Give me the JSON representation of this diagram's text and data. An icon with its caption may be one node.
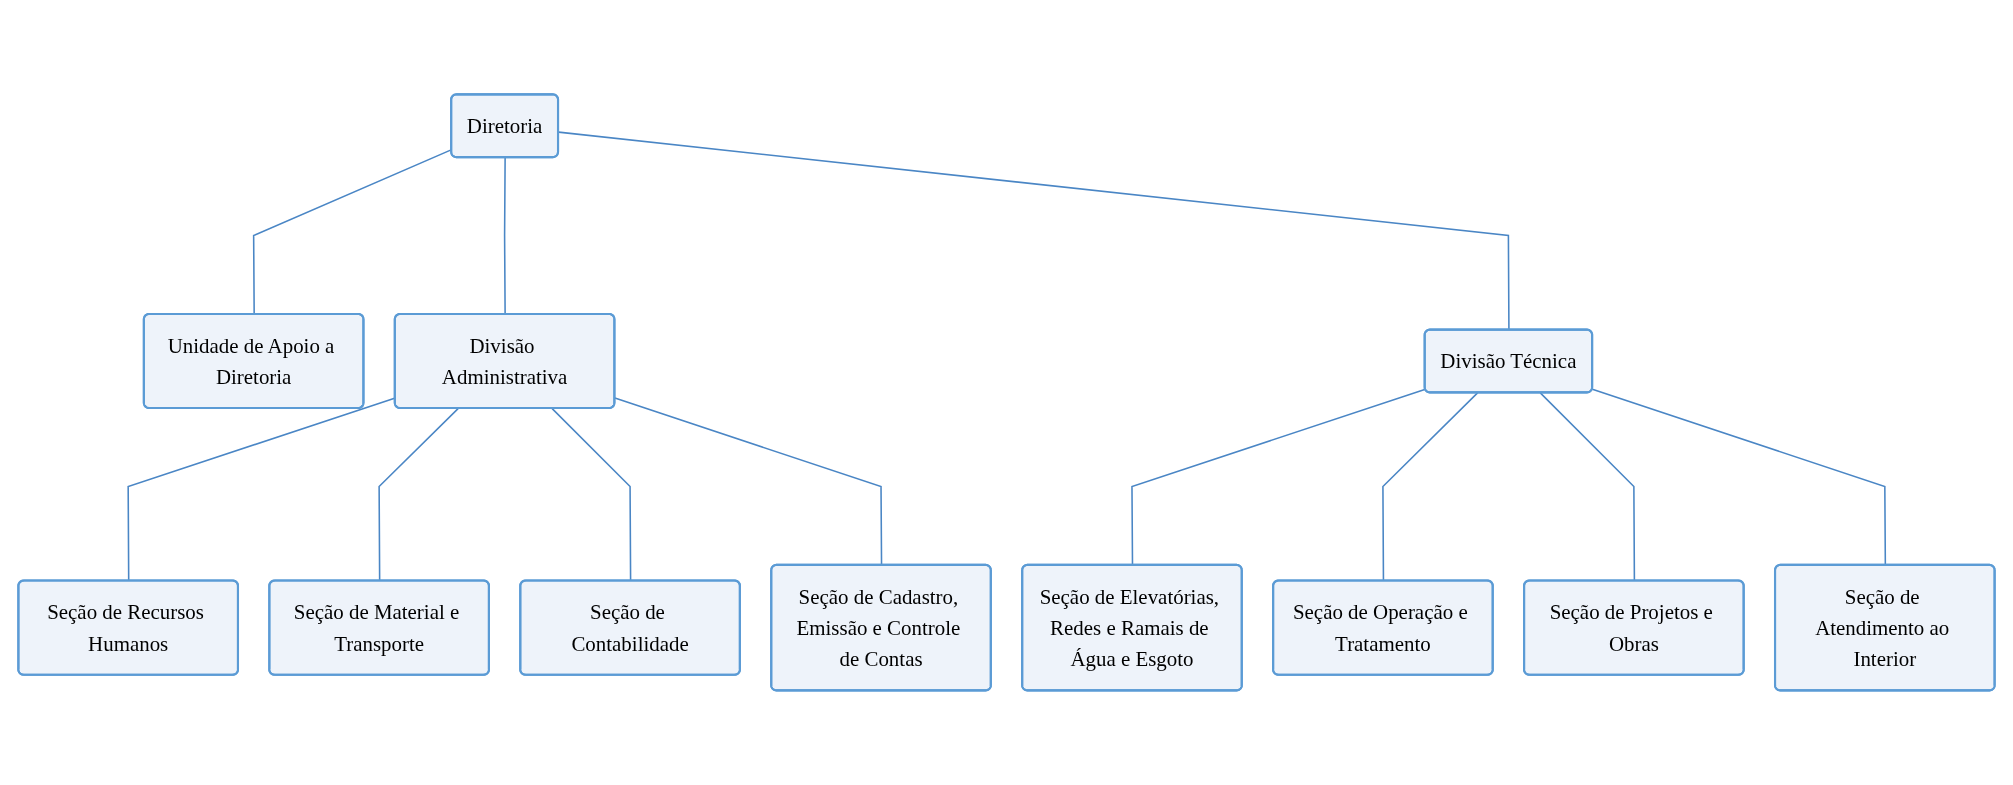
{
  "diagram": {
    "nodes": [
      {
        "text": [
          "Diretoria"
        ]
      },
      {
        "text": [
          "Unidade de Apoio a Diretoria"
        ]
      },
      {
        "text": [
          "Divisão Administrativa"
        ]
      },
      {
        "text": [
          "Divisão Técnica"
        ]
      },
      {
        "text": [
          "Seção de Recursos Humanos"
        ]
      },
      {
        "text": [
          "Seção de Material e Transporte"
        ]
      },
      {
        "text": [
          "Seção de Contabilidade"
        ]
      },
      {
        "text": [
          "Seção de Cadastro, Emissão e Controle de Contas"
        ]
      },
      {
        "text": [
          "Seção de Elevatórias, Redes e Ramais de Água e Esgoto"
        ]
      },
      {
        "text": [
          "Seção de Operação e Tratamento"
        ]
      },
      {
        "text": [
          "Seção de Projetos e Obras"
        ]
      },
      {
        "text": [
          "Seção de Atendimento ao Interior"
        ]
      }
    ],
    "edges": [
      {
        "from": 0,
        "to": 1,
        "arrow": "none"
      },
      {
        "from": 0,
        "to": 2,
        "arrow": "none"
      },
      {
        "from": 0,
        "to": 3,
        "arrow": "none"
      },
      {
        "from": 2,
        "to": 4,
        "arrow": "none"
      },
      {
        "from": 2,
        "to": 5,
        "arrow": "none"
      },
      {
        "from": 2,
        "to": 6,
        "arrow": "none"
      },
      {
        "from": 2,
        "to": 7,
        "arrow": "none"
      },
      {
        "from": 3,
        "to": 8,
        "arrow": "none"
      },
      {
        "from": 3,
        "to": 9,
        "arrow": "none"
      },
      {
        "from": 3,
        "to": 10,
        "arrow": "none"
      },
      {
        "from": 3,
        "to": 11,
        "arrow": "none"
      }
    ]
  }
}
